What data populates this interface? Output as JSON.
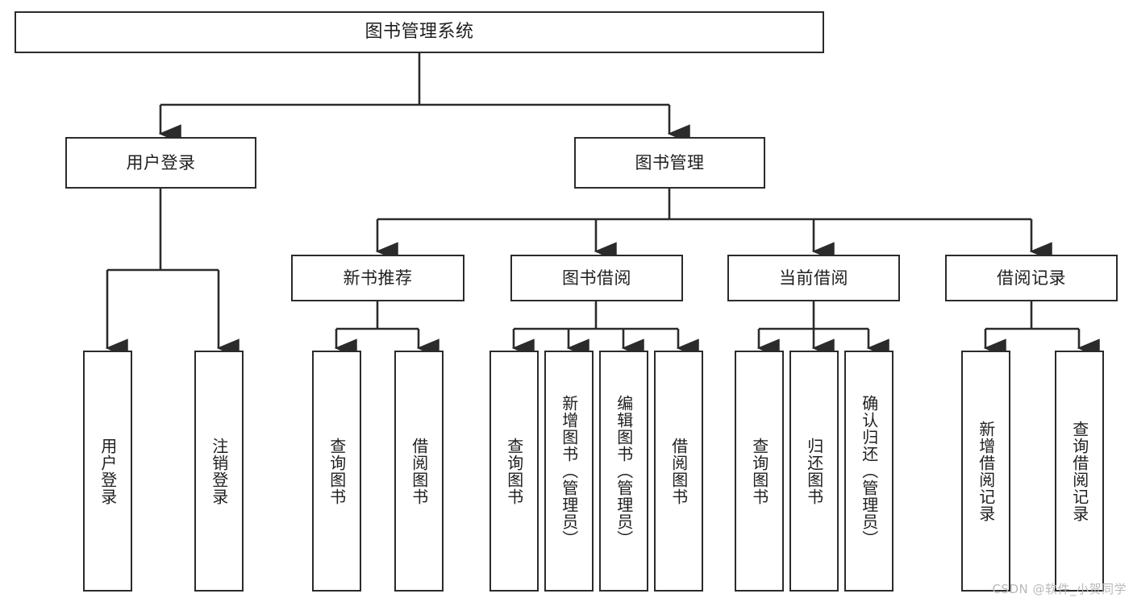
{
  "diagram": {
    "title": "图书管理系统",
    "type": "tree-hierarchy-chart",
    "root": {
      "label": "图书管理系统"
    },
    "level1": [
      {
        "label": "用户登录"
      },
      {
        "label": "图书管理"
      }
    ],
    "level2": [
      {
        "label": "新书推荐"
      },
      {
        "label": "图书借阅"
      },
      {
        "label": "当前借阅"
      },
      {
        "label": "借阅记录"
      }
    ],
    "leaves": {
      "user_login": [
        {
          "label": "用户登录"
        },
        {
          "label": "注销登录"
        }
      ],
      "new_book_recommend": [
        {
          "label": "查询图书"
        },
        {
          "label": "借阅图书"
        }
      ],
      "book_borrow": [
        {
          "label": "查询图书"
        },
        {
          "label": "新增图书（管理员）"
        },
        {
          "label": "编辑图书（管理员）"
        },
        {
          "label": "借阅图书"
        }
      ],
      "current_borrow": [
        {
          "label": "查询图书"
        },
        {
          "label": "归还图书"
        },
        {
          "label": "确认归还（管理员）"
        }
      ],
      "borrow_record": [
        {
          "label": "新增借阅记录"
        },
        {
          "label": "查询借阅记录"
        }
      ]
    }
  },
  "watermark": {
    "text": "CSDN @软件_小贺同学"
  },
  "colors": {
    "box_border": "#2b2b2b",
    "box_fill": "#ffffff",
    "text": "#1f1f1f",
    "edge": "#2b2b2b",
    "watermark": "#b9b9b9",
    "background": "#ffffff"
  }
}
